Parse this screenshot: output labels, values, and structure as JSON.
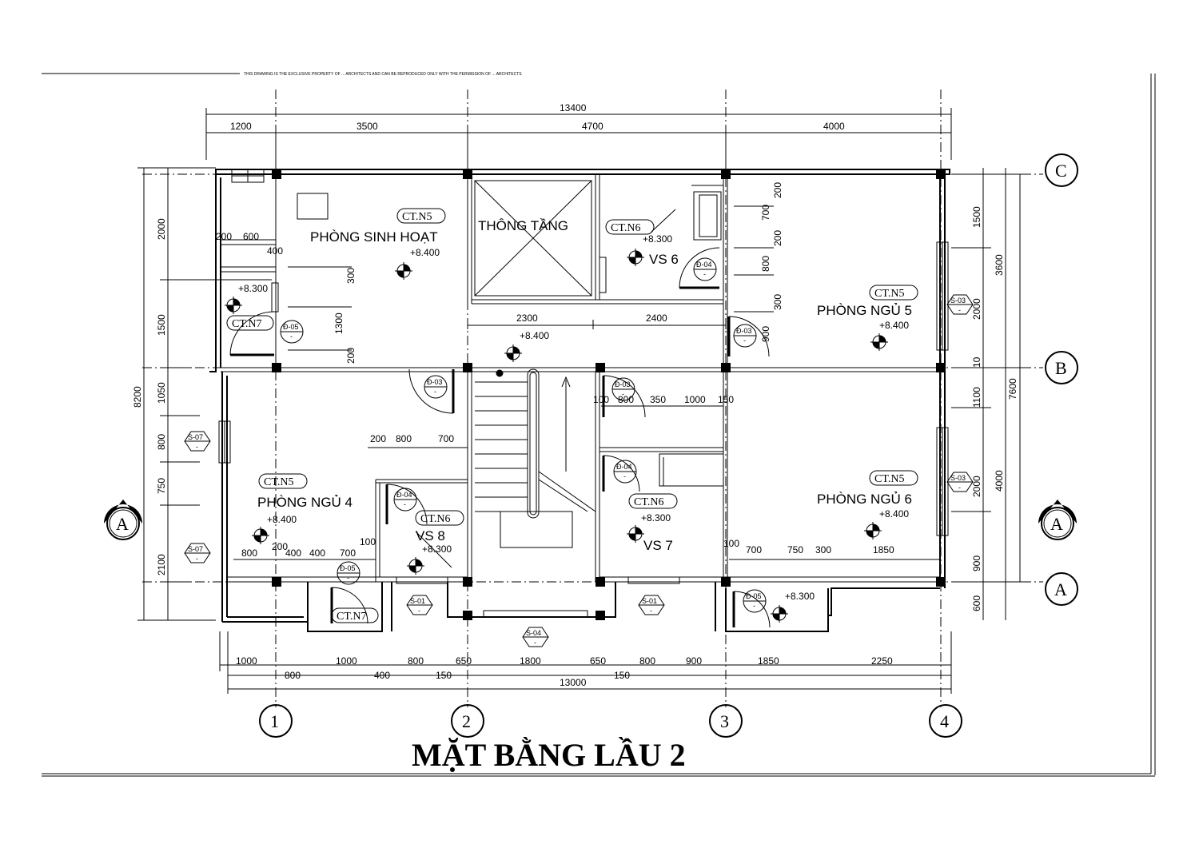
{
  "title": "MẶT BẰNG LẦU 2",
  "header_note": "THIS DRAWING IS THE EXCLUSIVE PROPERTY OF ... ARCHITECTS AND CAN BE REPRODUCED ONLY WITH THE PERMISSION OF ... ARCHITECTS",
  "grid_axes": {
    "columns": [
      "1",
      "2",
      "3",
      "4"
    ],
    "rows": [
      "C",
      "B",
      "A"
    ],
    "section": "A"
  },
  "rooms": [
    {
      "name": "PHÒNG SINH HOẠT",
      "ref": "CT.N5",
      "level": "+8.400"
    },
    {
      "name": "THÔNG TẦNG"
    },
    {
      "name": "VS 6",
      "ref": "CT.N6",
      "level": "+8.300"
    },
    {
      "name": "PHÒNG NGỦ 5",
      "ref": "CT.N5",
      "level": "+8.400"
    },
    {
      "name": "PHÒNG NGỦ 4",
      "ref": "CT.N5",
      "level": "+8.400"
    },
    {
      "name": "VS 8",
      "ref": "CT.N6",
      "level": "+8.300"
    },
    {
      "name": "VS 7",
      "ref": "CT.N6",
      "level": "+8.300"
    },
    {
      "name": "PHÒNG NGỦ 6",
      "ref": "CT.N5",
      "level": "+8.400"
    }
  ],
  "balcony_refs": [
    "CT.N7",
    "CT.N7"
  ],
  "other_levels": [
    "+8.300",
    "+8.400",
    "+8.300"
  ],
  "doors": [
    "Đ-04",
    "Đ-05",
    "Đ-03",
    "Đ-03",
    "Đ-03",
    "Đ-04",
    "Đ-04",
    "Đ-05",
    "Đ-05"
  ],
  "windows": [
    "S-03",
    "S-03",
    "S-07",
    "S-07",
    "S-01",
    "S-01",
    "S-04"
  ],
  "dims_top_total": "13400",
  "dims_top": [
    "1200",
    "3500",
    "4700",
    "4000"
  ],
  "dims_mid": [
    "2300",
    "2400"
  ],
  "dims_bottom_1": [
    "1000",
    "1000",
    "800",
    "650",
    "1800",
    "650",
    "800",
    "900",
    "1850",
    "2250"
  ],
  "dims_bottom_2": [
    "800",
    "400",
    "150",
    "150"
  ],
  "dims_bottom_total": "13000",
  "dims_left_total": "8200",
  "dims_left": [
    "2000",
    "1500",
    "1050",
    "800",
    "750",
    "2100"
  ],
  "dims_right_total": "7600",
  "dims_right_mid": [
    "3600",
    "4000"
  ],
  "dims_right": [
    "1500",
    "2000",
    "10",
    "1100",
    "2000",
    "900",
    "600"
  ],
  "dims_inner": [
    "200",
    "600",
    "400",
    "300",
    "1300",
    "200",
    "700",
    "200",
    "800",
    "300",
    "900",
    "200",
    "800",
    "700",
    "100",
    "800",
    "350",
    "1000",
    "150",
    "800",
    "200",
    "400",
    "400",
    "700",
    "100",
    "100",
    "700",
    "750",
    "300",
    "1850"
  ]
}
